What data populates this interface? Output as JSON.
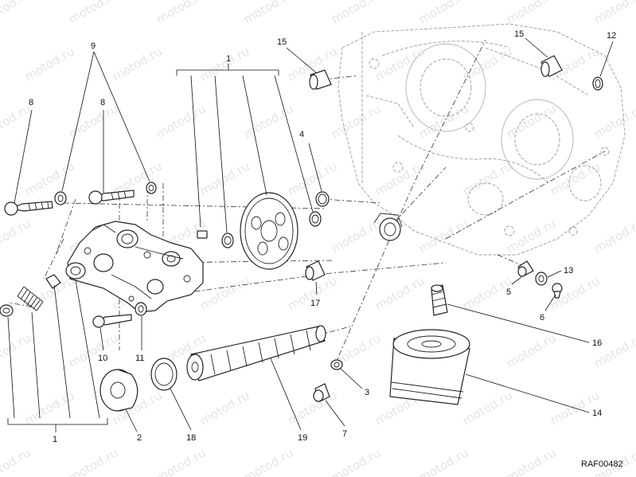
{
  "diagram": {
    "drawing_code": "RAF00482",
    "watermark_text": "motod.ru",
    "callouts": [
      {
        "id": "c1-top",
        "text": "1"
      },
      {
        "id": "c1-bottom",
        "text": "1"
      },
      {
        "id": "c2",
        "text": "2"
      },
      {
        "id": "c3",
        "text": "3"
      },
      {
        "id": "c4",
        "text": "4"
      },
      {
        "id": "c5",
        "text": "5"
      },
      {
        "id": "c6",
        "text": "6"
      },
      {
        "id": "c7",
        "text": "7"
      },
      {
        "id": "c8-left",
        "text": "8"
      },
      {
        "id": "c8-mid",
        "text": "8"
      },
      {
        "id": "c9",
        "text": "9"
      },
      {
        "id": "c10",
        "text": "10"
      },
      {
        "id": "c11",
        "text": "11"
      },
      {
        "id": "c12",
        "text": "12"
      },
      {
        "id": "c13",
        "text": "13"
      },
      {
        "id": "c14",
        "text": "14"
      },
      {
        "id": "c15-left",
        "text": "15"
      },
      {
        "id": "c15-right",
        "text": "15"
      },
      {
        "id": "c16",
        "text": "16"
      },
      {
        "id": "c17",
        "text": "17"
      },
      {
        "id": "c18",
        "text": "18"
      },
      {
        "id": "c19",
        "text": "19"
      }
    ]
  }
}
